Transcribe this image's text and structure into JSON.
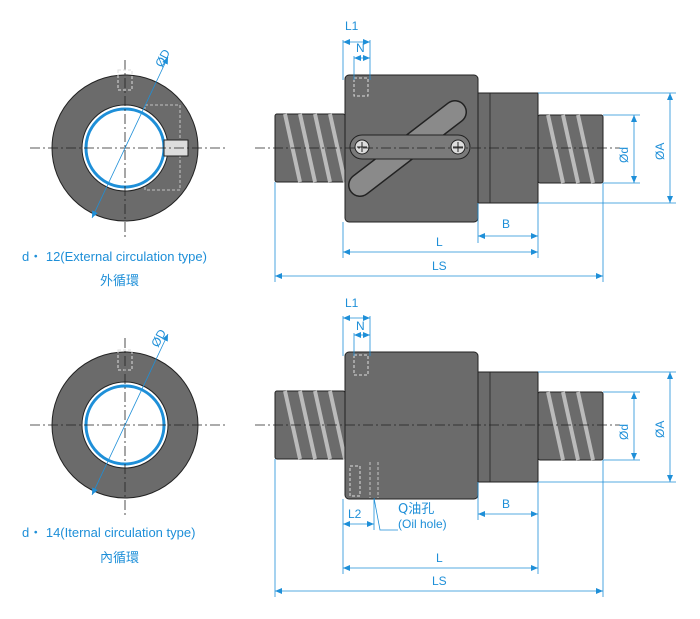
{
  "top_view": {
    "caption_type": "d・ 12(External circulation type)",
    "caption_cn": "外循環",
    "diameter_label": "ØD",
    "dim_L1": "L1",
    "dim_N": "N",
    "dim_d": "Ød",
    "dim_A": "ØA",
    "dim_B": "B",
    "dim_L": "L",
    "dim_LS": "LS"
  },
  "bottom_view": {
    "caption_type": "d・ 14(Iternal circulation type)",
    "caption_cn": "內循環",
    "diameter_label": "ØD",
    "dim_L1": "L1",
    "dim_N": "N",
    "dim_d": "Ød",
    "dim_A": "ØA",
    "dim_B": "B",
    "dim_L": "L",
    "dim_LS": "LS",
    "dim_L2": "L2",
    "oil_hole_cn": "Q油孔",
    "oil_hole_en": "(Oil hole)"
  },
  "colors": {
    "accent": "#1e8fd8",
    "body": "#6b6b6b",
    "line": "#222222"
  }
}
